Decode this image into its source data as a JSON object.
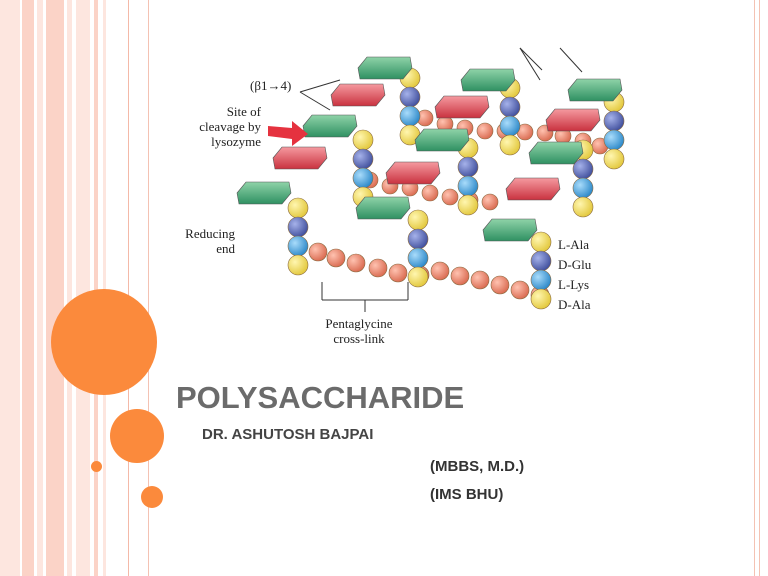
{
  "diagram": {
    "beta_link": "(β1→4)",
    "cleavage_label": "Site of\ncleavage by\nlysozyme",
    "reducing_label": "Reducing\nend",
    "crosslink_label": "Pentaglycine\ncross-link",
    "amino_acids": [
      "L-Ala",
      "D-Glu",
      "L-Lys",
      "D-Ala"
    ]
  },
  "slide": {
    "title": "POLYSACCHARIDE",
    "author": "DR. ASHUTOSH BAJPAI",
    "credential_1": "(MBBS, M.D.)",
    "credential_2": "(IMS BHU)"
  },
  "colors": {
    "accent_orange": "#fb8a3c",
    "stripe_pink": "#fbd3c7",
    "sugar_green": "#3fa878",
    "sugar_red": "#e04b55",
    "bead_yellow": "#f3df5a",
    "bead_blue": "#3c9ddd",
    "bead_navy": "#4d5fb0",
    "bead_salmon": "#ee8a70"
  }
}
